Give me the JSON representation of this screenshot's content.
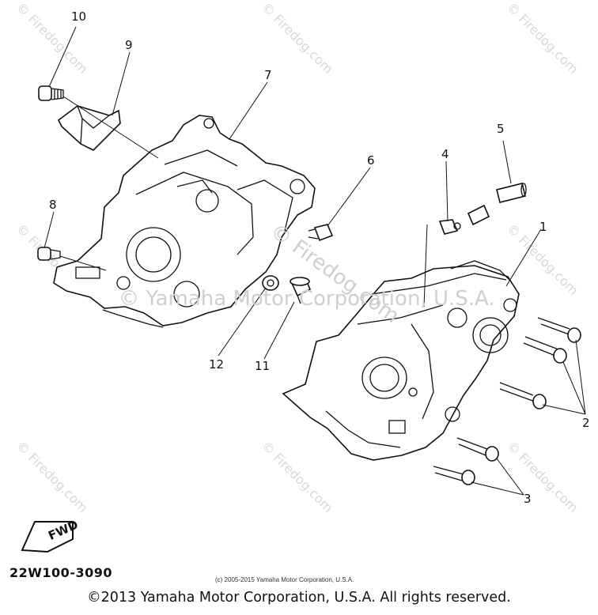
{
  "diagram": {
    "callouts": [
      "10",
      "9",
      "7",
      "6",
      "8",
      "12",
      "11",
      "4",
      "5",
      "1",
      "2",
      "3"
    ],
    "part_code": "22W100-3090",
    "fwd_label": "FWD",
    "watermark_text": "© Firedog.com",
    "center_watermark": "© Firedog.com",
    "overlay_watermark": "© Yamaha Motor Corporation, U.S.A.",
    "small_notice": "(c) 2005-2015 Yamaha Motor Corporation, U.S.A.",
    "footer": "©2013 Yamaha Motor Corporation, U.S.A. All rights reserved."
  }
}
